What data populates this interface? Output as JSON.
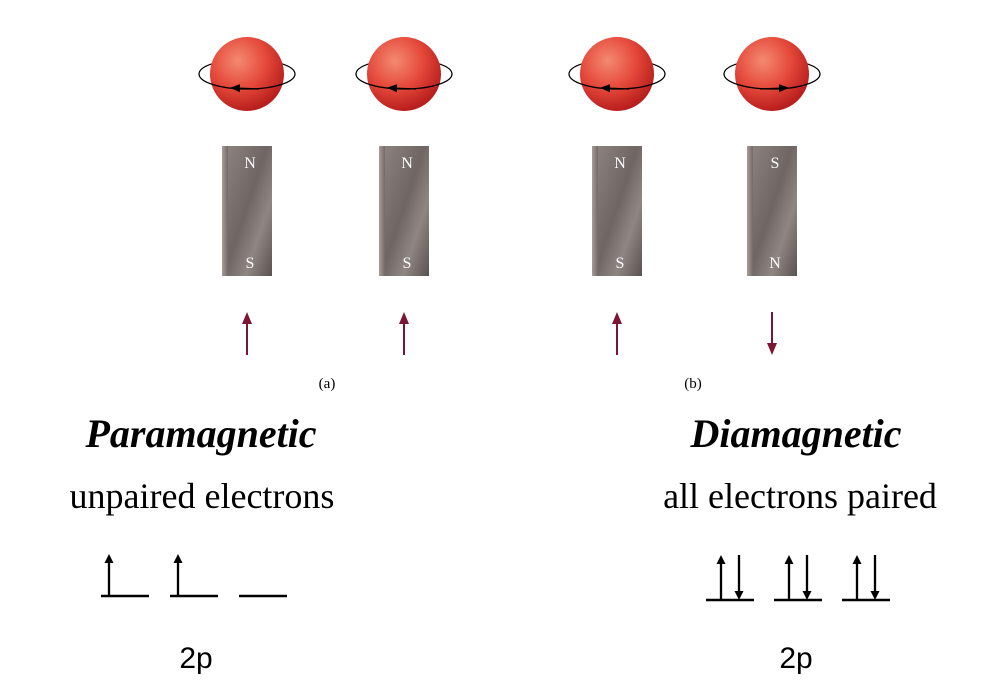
{
  "figure": {
    "panels": [
      {
        "label": "(a)",
        "spins": [
          {
            "rotation": "counterclockwise",
            "top_pole": "N",
            "bottom_pole": "S",
            "moment": "up"
          },
          {
            "rotation": "counterclockwise",
            "top_pole": "N",
            "bottom_pole": "S",
            "moment": "up"
          }
        ]
      },
      {
        "label": "(b)",
        "spins": [
          {
            "rotation": "counterclockwise",
            "top_pole": "N",
            "bottom_pole": "S",
            "moment": "up"
          },
          {
            "rotation": "clockwise",
            "top_pole": "S",
            "bottom_pole": "N",
            "moment": "down"
          }
        ]
      }
    ]
  },
  "left": {
    "title": "Paramagnetic",
    "subtitle": "unpaired electrons",
    "orbital_label": "2p",
    "orbitals": [
      {
        "electrons": [
          "up"
        ]
      },
      {
        "electrons": [
          "up"
        ]
      },
      {
        "electrons": []
      }
    ]
  },
  "right": {
    "title": "Diamagnetic",
    "subtitle": "all electrons paired",
    "orbital_label": "2p",
    "orbitals": [
      {
        "electrons": [
          "up",
          "down"
        ]
      },
      {
        "electrons": [
          "up",
          "down"
        ]
      },
      {
        "electrons": [
          "up",
          "down"
        ]
      }
    ]
  },
  "colors": {
    "sphere_light": "#f38a70",
    "sphere_mid": "#e5493b",
    "sphere_dark": "#b91f1d",
    "magnet_light": "#8b817f",
    "magnet_dark": "#5a5250",
    "moment_arrow": "#7d1535",
    "text": "#000000"
  }
}
